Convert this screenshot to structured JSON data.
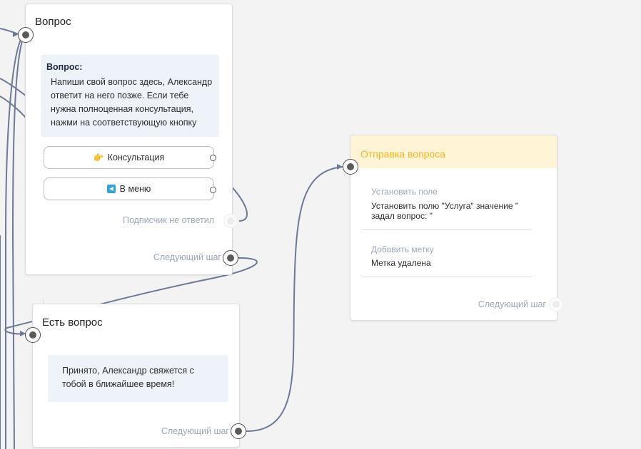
{
  "colors": {
    "connector": "#6c7a96",
    "canvas": "#f3f3f3",
    "action_header_bg": "#fff4d6",
    "action_title": "#f4b51e",
    "muted_label": "#9aa7b9"
  },
  "node_question": {
    "title": "Вопрос",
    "message_label": "Вопрос:",
    "message_text": "Напиши свой вопрос здесь, Александр ответит на него позже. Если тебе нужна полноценная консультация, нажми на соответствующую кнопку",
    "buttons": [
      {
        "emoji": "👉",
        "label": "Консультация"
      },
      {
        "icon": "telegram-icon",
        "label": "В меню"
      }
    ],
    "no_reply_label": "Подписчик не ответил",
    "next_step_label": "Следующий шаг"
  },
  "node_has_question": {
    "title": "Есть вопрос",
    "message_text": "Принято, Александр свяжется с тобой в ближайшее время!",
    "next_step_label": "Следующий шаг"
  },
  "node_send_question": {
    "title": "Отправка вопроса",
    "set_field_label": "Установить поле",
    "set_field_value": "Установить полю \"Услуга\" значение \" задал вопрос: \"",
    "add_tag_label": "Добавить метку",
    "add_tag_value": "Метка удалена",
    "next_step_label": "Следующий шаг"
  }
}
